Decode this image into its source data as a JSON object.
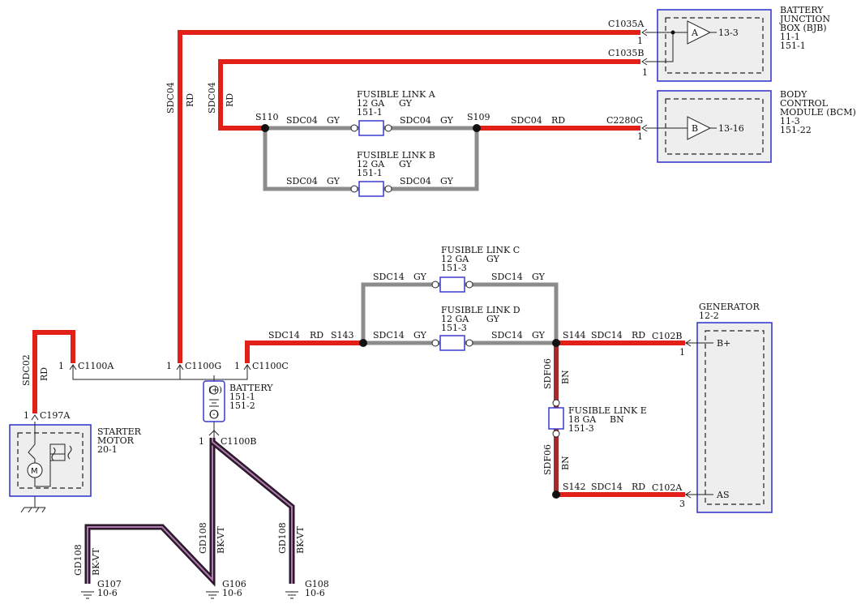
{
  "components": {
    "bjb": {
      "line1": "BATTERY",
      "line2": "JUNCTION",
      "line3": "BOX (BJB)",
      "ref1": "11-1",
      "ref2": "151-1",
      "pin": "A",
      "dest": "13-3"
    },
    "bcm": {
      "line1": "BODY",
      "line2": "CONTROL",
      "line3": "MODULE (BCM)",
      "ref1": "11-3",
      "ref2": "151-22",
      "pin": "B",
      "dest": "13-16"
    },
    "generator": {
      "name": "GENERATOR",
      "ref": "12-2",
      "pin_b": "B+",
      "pin_as": "AS"
    },
    "starter": {
      "line1": "STARTER",
      "line2": "MOTOR",
      "ref": "20-1"
    },
    "battery": {
      "name": "BATTERY",
      "ref1": "151-1",
      "ref2": "151-2",
      "plus": "(+)",
      "minus": "(-)"
    }
  },
  "fusible_links": [
    {
      "name": "FUSIBLE LINK A",
      "gauge": "12 GA",
      "color": "GY",
      "ref": "151-1"
    },
    {
      "name": "FUSIBLE LINK B",
      "gauge": "12 GA",
      "color": "GY",
      "ref": "151-1"
    },
    {
      "name": "FUSIBLE LINK C",
      "gauge": "12 GA",
      "color": "GY",
      "ref": "151-3"
    },
    {
      "name": "FUSIBLE LINK D",
      "gauge": "12 GA",
      "color": "GY",
      "ref": "151-3"
    },
    {
      "name": "FUSIBLE LINK E",
      "gauge": "18 GA",
      "color": "BN",
      "ref": "151-3"
    }
  ],
  "connectors": {
    "c1035a": "C1035A",
    "c1035b": "C1035B",
    "c2280g": "C2280G",
    "c102b": "C102B",
    "c102a": "C102A",
    "c1100a": "C1100A",
    "c1100g": "C1100G",
    "c1100c": "C1100C",
    "c1100b": "C1100B",
    "c197a": "C197A"
  },
  "pins": {
    "one": "1",
    "three": "3"
  },
  "splices": {
    "s110": "S110",
    "s109": "S109",
    "s143": "S143",
    "s144": "S144",
    "s142": "S142"
  },
  "circuits": {
    "sdc04": "SDC04",
    "sdc14": "SDC14",
    "sdc02": "SDC02",
    "sdf06": "SDF06",
    "gd108": "GD108"
  },
  "wire_colors": {
    "rd": "RD",
    "gy": "GY",
    "bn": "BN",
    "bkvt": "BK-VT"
  },
  "grounds": [
    {
      "name": "G107",
      "ref": "10-6"
    },
    {
      "name": "G106",
      "ref": "10-6"
    },
    {
      "name": "G108",
      "ref": "10-6"
    }
  ],
  "palette": {
    "red_wire": "#e32018",
    "gray_wire": "#8c8c8c",
    "brown_wire": "#a32b2b",
    "bkvt_wire": "#2a1a2a",
    "module_border": "#3a3ad0"
  }
}
